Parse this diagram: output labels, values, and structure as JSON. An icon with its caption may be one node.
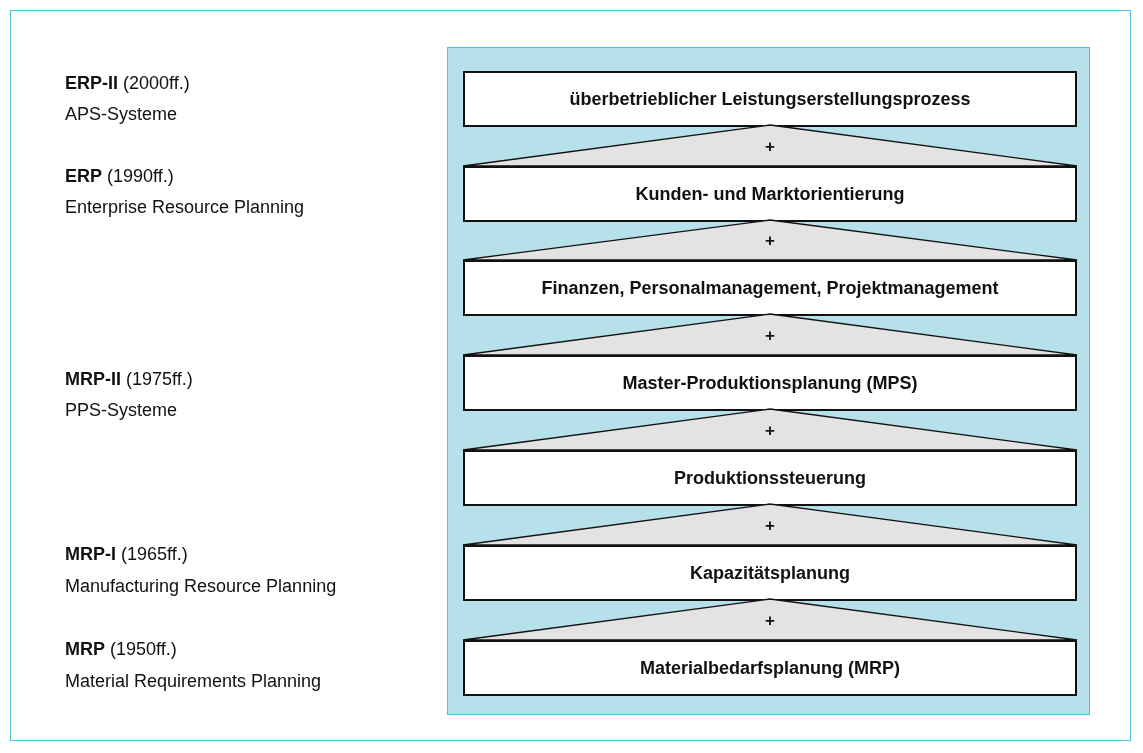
{
  "diagram": {
    "nodes": [
      {
        "text": [],
        "shape": "box"
      },
      {
        "text": [
          "überbetrieblicher Leistungserstellungsprozess"
        ],
        "in": 0
      },
      {
        "text": [
          "+"
        ],
        "in": 0
      },
      {
        "text": [
          "Kunden- und Marktorientierung"
        ],
        "in": 0
      },
      {
        "text": [
          "+"
        ],
        "in": 0
      },
      {
        "text": [
          "Finanzen, Personalmanagement, Projektmanagement"
        ],
        "in": 0
      },
      {
        "text": [
          "+"
        ],
        "in": 0
      },
      {
        "text": [
          "Master-Produktionsplanung (MPS)"
        ],
        "in": 0
      },
      {
        "text": [
          "+"
        ],
        "in": 0
      },
      {
        "text": [
          "Produktionssteuerung"
        ],
        "in": 0
      },
      {
        "text": [
          "+"
        ],
        "in": 0
      },
      {
        "text": [
          "Kapazitätsplanung"
        ],
        "in": 0
      },
      {
        "text": [
          "+"
        ],
        "in": 0
      },
      {
        "text": [
          "Materialbedarfsplanung (MRP)"
        ],
        "in": 0
      }
    ],
    "labels": [
      "**ERP-II** (2000ff.)",
      "APS-Systeme",
      "**ERP** (1990ff.)",
      "Enterprise Resource Planning",
      "**MRP-II** (1975ff.)",
      "PPS-Systeme",
      "**MRP-I** (1965ff.)",
      "Manufacturing Resource Planning",
      "**MRP** (1950ff.)",
      "Material Requirements Planning"
    ]
  }
}
